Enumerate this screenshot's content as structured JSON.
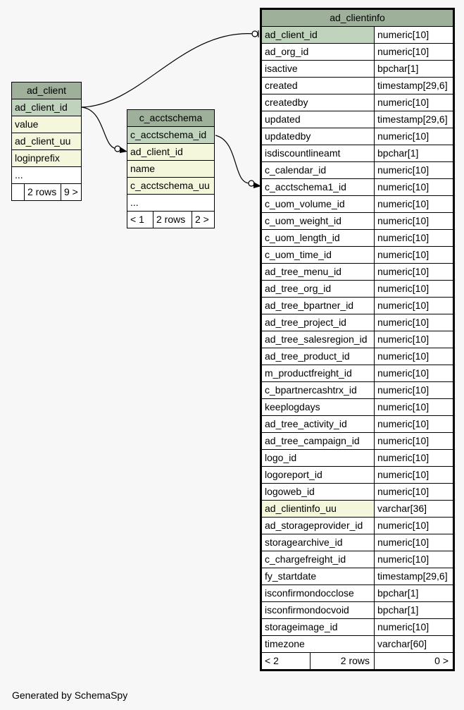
{
  "tables": {
    "ad_client": {
      "name": "ad_client",
      "columns": [
        {
          "name": "ad_client_id",
          "kind": "pk"
        },
        {
          "name": "value",
          "kind": "idx"
        },
        {
          "name": "ad_client_uu",
          "kind": "idx"
        },
        {
          "name": "loginprefix",
          "kind": "idx"
        },
        {
          "name": "...",
          "kind": "plain"
        }
      ],
      "footer": {
        "left": "",
        "rows": "2 rows",
        "right": "9 >"
      }
    },
    "c_acctschema": {
      "name": "c_acctschema",
      "columns": [
        {
          "name": "c_acctschema_id",
          "kind": "pk"
        },
        {
          "name": "ad_client_id",
          "kind": "idx"
        },
        {
          "name": "name",
          "kind": "idx"
        },
        {
          "name": "c_acctschema_uu",
          "kind": "idx"
        },
        {
          "name": "...",
          "kind": "plain"
        }
      ],
      "footer": {
        "left": "< 1",
        "rows": "2 rows",
        "right": "2 >"
      }
    },
    "ad_clientinfo": {
      "name": "ad_clientinfo",
      "columns": [
        {
          "name": "ad_client_id",
          "type": "numeric[10]",
          "kind": "pk"
        },
        {
          "name": "ad_org_id",
          "type": "numeric[10]",
          "kind": "plain"
        },
        {
          "name": "isactive",
          "type": "bpchar[1]",
          "kind": "plain"
        },
        {
          "name": "created",
          "type": "timestamp[29,6]",
          "kind": "plain"
        },
        {
          "name": "createdby",
          "type": "numeric[10]",
          "kind": "plain"
        },
        {
          "name": "updated",
          "type": "timestamp[29,6]",
          "kind": "plain"
        },
        {
          "name": "updatedby",
          "type": "numeric[10]",
          "kind": "plain"
        },
        {
          "name": "isdiscountlineamt",
          "type": "bpchar[1]",
          "kind": "plain"
        },
        {
          "name": "c_calendar_id",
          "type": "numeric[10]",
          "kind": "plain"
        },
        {
          "name": "c_acctschema1_id",
          "type": "numeric[10]",
          "kind": "plain"
        },
        {
          "name": "c_uom_volume_id",
          "type": "numeric[10]",
          "kind": "plain"
        },
        {
          "name": "c_uom_weight_id",
          "type": "numeric[10]",
          "kind": "plain"
        },
        {
          "name": "c_uom_length_id",
          "type": "numeric[10]",
          "kind": "plain"
        },
        {
          "name": "c_uom_time_id",
          "type": "numeric[10]",
          "kind": "plain"
        },
        {
          "name": "ad_tree_menu_id",
          "type": "numeric[10]",
          "kind": "plain"
        },
        {
          "name": "ad_tree_org_id",
          "type": "numeric[10]",
          "kind": "plain"
        },
        {
          "name": "ad_tree_bpartner_id",
          "type": "numeric[10]",
          "kind": "plain"
        },
        {
          "name": "ad_tree_project_id",
          "type": "numeric[10]",
          "kind": "plain"
        },
        {
          "name": "ad_tree_salesregion_id",
          "type": "numeric[10]",
          "kind": "plain"
        },
        {
          "name": "ad_tree_product_id",
          "type": "numeric[10]",
          "kind": "plain"
        },
        {
          "name": "m_productfreight_id",
          "type": "numeric[10]",
          "kind": "plain"
        },
        {
          "name": "c_bpartnercashtrx_id",
          "type": "numeric[10]",
          "kind": "plain"
        },
        {
          "name": "keeplogdays",
          "type": "numeric[10]",
          "kind": "plain"
        },
        {
          "name": "ad_tree_activity_id",
          "type": "numeric[10]",
          "kind": "plain"
        },
        {
          "name": "ad_tree_campaign_id",
          "type": "numeric[10]",
          "kind": "plain"
        },
        {
          "name": "logo_id",
          "type": "numeric[10]",
          "kind": "plain"
        },
        {
          "name": "logoreport_id",
          "type": "numeric[10]",
          "kind": "plain"
        },
        {
          "name": "logoweb_id",
          "type": "numeric[10]",
          "kind": "plain"
        },
        {
          "name": "ad_clientinfo_uu",
          "type": "varchar[36]",
          "kind": "idx"
        },
        {
          "name": "ad_storageprovider_id",
          "type": "numeric[10]",
          "kind": "plain"
        },
        {
          "name": "storagearchive_id",
          "type": "numeric[10]",
          "kind": "plain"
        },
        {
          "name": "c_chargefreight_id",
          "type": "numeric[10]",
          "kind": "plain"
        },
        {
          "name": "fy_startdate",
          "type": "timestamp[29,6]",
          "kind": "plain"
        },
        {
          "name": "isconfirmondocclose",
          "type": "bpchar[1]",
          "kind": "plain"
        },
        {
          "name": "isconfirmondocvoid",
          "type": "bpchar[1]",
          "kind": "plain"
        },
        {
          "name": "storageimage_id",
          "type": "numeric[10]",
          "kind": "plain"
        },
        {
          "name": "timezone",
          "type": "varchar[60]",
          "kind": "plain"
        }
      ],
      "footer": {
        "left": "< 2",
        "rows": "2 rows",
        "right": "0 >"
      }
    }
  },
  "colors": {
    "header": "#9eaf9a",
    "primary_key": "#bfd3bd",
    "indexed": "#f4f7dc",
    "background": "#f7f7f7"
  },
  "footer_text": "Generated by SchemaSpy"
}
